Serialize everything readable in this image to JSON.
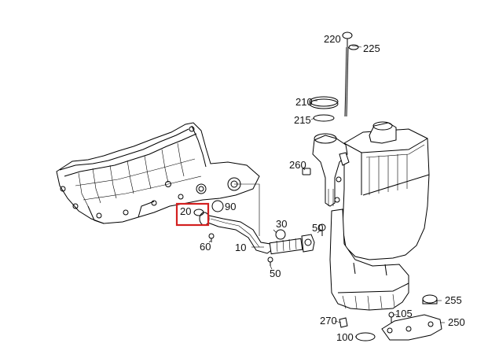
{
  "diagram": {
    "highlight_color": "#d32020",
    "highlighted_callout": "20",
    "callouts": {
      "c220": "220",
      "c225": "225",
      "c210": "210",
      "c215": "215",
      "c260": "260",
      "c20": "20",
      "c90": "90",
      "c30": "30",
      "c50a": "50",
      "c50b": "50",
      "c60": "60",
      "c10": "10",
      "c255": "255",
      "c105": "105",
      "c270": "270",
      "c250": "250",
      "c100": "100"
    }
  }
}
